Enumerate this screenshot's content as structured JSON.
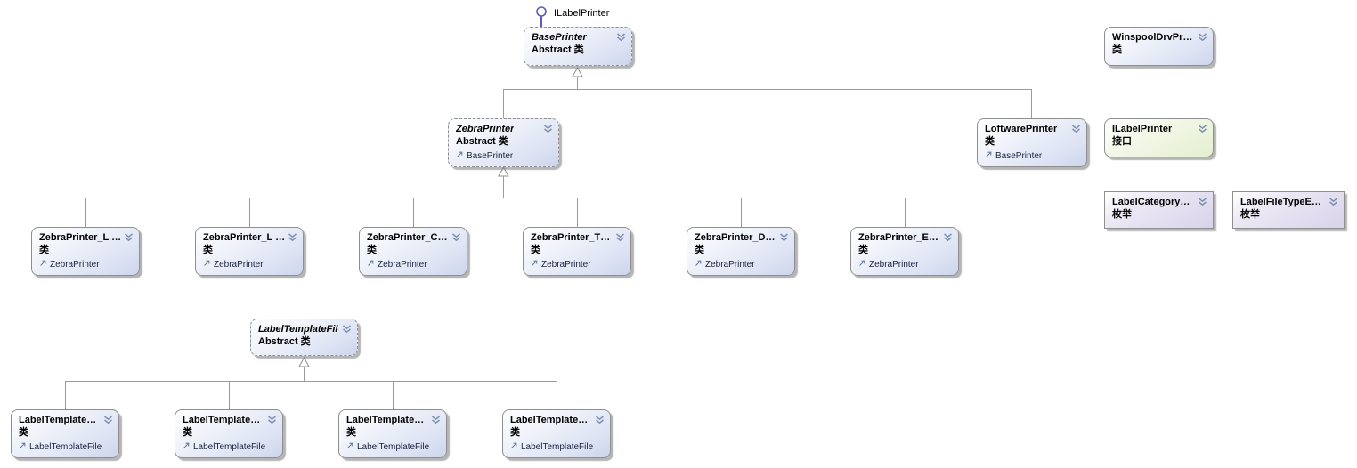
{
  "diagram": {
    "lollipop_interface": {
      "label": "ILabelPrinter"
    },
    "nodes": {
      "base_printer": {
        "title": "BasePrinter",
        "stereotype": "Abstract 类"
      },
      "zebra_printer": {
        "title": "ZebraPrinter",
        "stereotype": "Abstract 类",
        "base": "BasePrinter"
      },
      "loftware_printer": {
        "title": "LoftwarePrinter",
        "stereotype": "类",
        "base": "BasePrinter"
      },
      "winspool_drv": {
        "title": "WinspoolDrvPr…",
        "stereotype": "类"
      },
      "ilabel_printer": {
        "title": "ILabelPrinter",
        "stereotype": "接口"
      },
      "label_category": {
        "title": "LabelCategory…",
        "stereotype": "枚举"
      },
      "label_file_type": {
        "title": "LabelFileTypeE…",
        "stereotype": "枚举"
      },
      "label_template_file": {
        "title": "LabelTemplateFile",
        "stereotype": "Abstract 类"
      }
    },
    "zebra_subclasses": [
      {
        "title": "ZebraPrinter_L …",
        "stereotype": "类",
        "base": "ZebraPrinter"
      },
      {
        "title": "ZebraPrinter_L …",
        "stereotype": "类",
        "base": "ZebraPrinter"
      },
      {
        "title": "ZebraPrinter_C…",
        "stereotype": "类",
        "base": "ZebraPrinter"
      },
      {
        "title": "ZebraPrinter_T…",
        "stereotype": "类",
        "base": "ZebraPrinter"
      },
      {
        "title": "ZebraPrinter_D…",
        "stereotype": "类",
        "base": "ZebraPrinter"
      },
      {
        "title": "ZebraPrinter_E…",
        "stereotype": "类",
        "base": "ZebraPrinter"
      }
    ],
    "template_subclasses": [
      {
        "title": "LabelTemplate…",
        "stereotype": "类",
        "base": "LabelTemplateFile"
      },
      {
        "title": "LabelTemplate…",
        "stereotype": "类",
        "base": "LabelTemplateFile"
      },
      {
        "title": "LabelTemplate…",
        "stereotype": "类",
        "base": "LabelTemplateFile"
      },
      {
        "title": "LabelTemplate…",
        "stereotype": "类",
        "base": "LabelTemplateFile"
      }
    ],
    "colors": {
      "class_fill_bottom": "#ccd5ec",
      "interface_fill_bottom": "#e4efd0",
      "enum_fill_bottom": "#d9d3ea",
      "connector": "#9b9b9b",
      "lollipop": "#5c5cb8"
    }
  }
}
